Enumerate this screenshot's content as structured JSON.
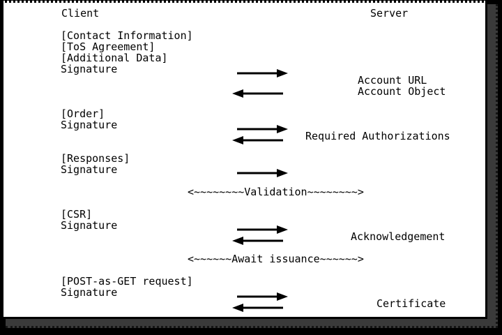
{
  "diagram": {
    "header": {
      "client_label": "Client",
      "server_label": "Server"
    },
    "exchanges": [
      {
        "client_lines": [
          "[Contact Information]",
          "[ToS Agreement]",
          "[Additional Data]",
          "Signature"
        ],
        "server_lines": [
          "Account URL",
          "Account Object"
        ],
        "arrows": [
          "right",
          "left"
        ]
      },
      {
        "client_lines": [
          "[Order]",
          "Signature"
        ],
        "server_lines": [
          "Required Authorizations"
        ],
        "arrows": [
          "right",
          "left"
        ]
      },
      {
        "client_lines": [
          "[Responses]",
          "Signature"
        ],
        "server_lines": [],
        "arrows": [
          "right"
        ],
        "banner": "<~~~~~~~~Validation~~~~~~~~>"
      },
      {
        "client_lines": [
          "[CSR]",
          "Signature"
        ],
        "server_lines": [
          "Acknowledgement"
        ],
        "arrows": [
          "right",
          "left"
        ],
        "banner": "<~~~~~~Await issuance~~~~~~>"
      },
      {
        "client_lines": [
          "[POST-as-GET request]",
          "Signature"
        ],
        "server_lines": [
          "Certificate"
        ],
        "arrows": [
          "right",
          "left"
        ]
      }
    ],
    "colors": {
      "background": "#000000",
      "window": "#ffffff",
      "border": "#000000",
      "shadow": "#3a3a3a",
      "text": "#000000"
    }
  }
}
